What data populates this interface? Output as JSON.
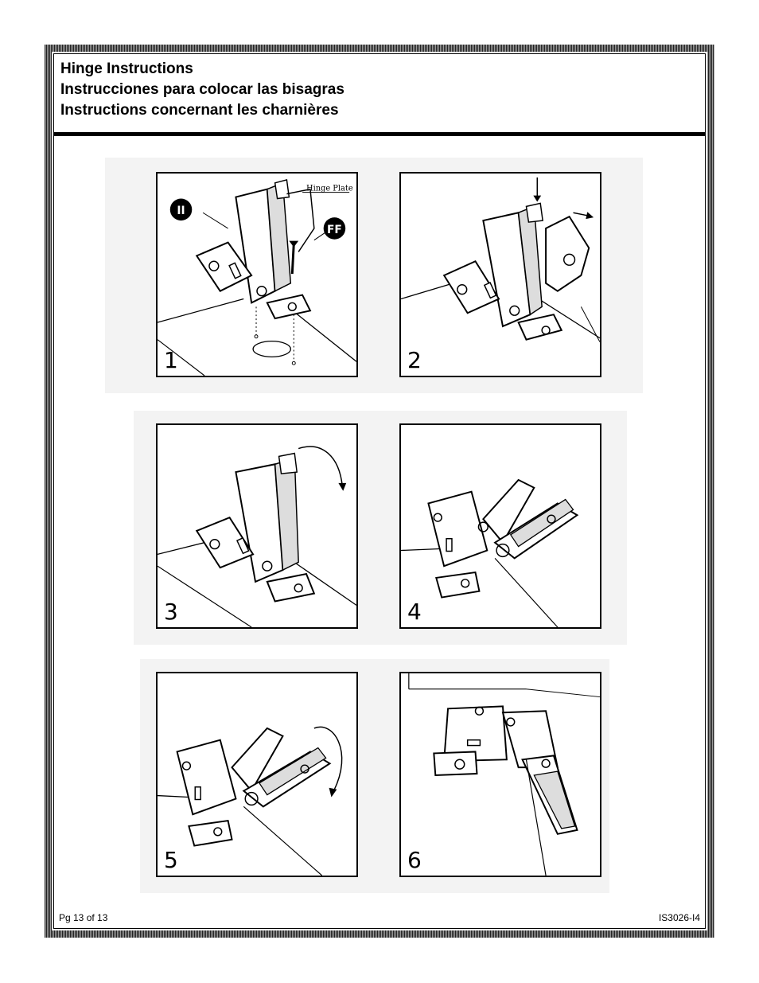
{
  "header": {
    "title_en": "Hinge Instructions",
    "title_es": "Instrucciones para colocar las bisagras",
    "title_fr": "Instructions concernant les charnières"
  },
  "steps": [
    {
      "number": "1",
      "labels": {
        "badge_left": "II",
        "badge_right": "FF",
        "callout": "Hinge Plate"
      }
    },
    {
      "number": "2"
    },
    {
      "number": "3"
    },
    {
      "number": "4"
    },
    {
      "number": "5"
    },
    {
      "number": "6"
    }
  ],
  "footer": {
    "page": "Pg 13 of 13",
    "doc_id": "IS3026-I4"
  }
}
